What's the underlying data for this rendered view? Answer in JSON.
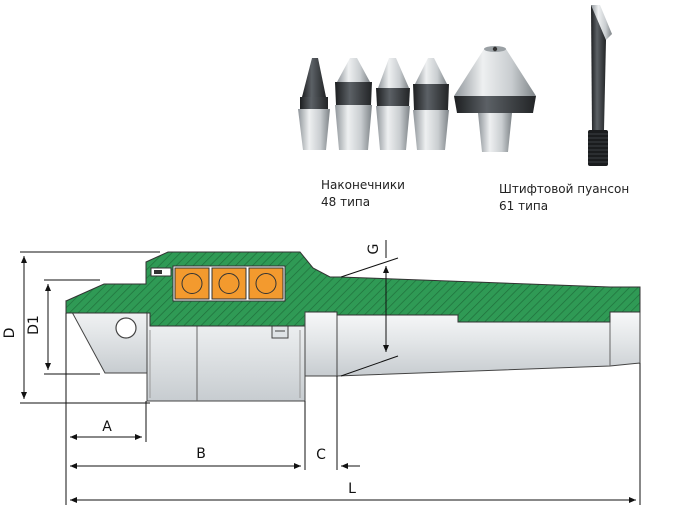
{
  "captions": {
    "tips": {
      "line1": "Наконечники",
      "line2": "48 типа"
    },
    "pin": {
      "line1": "Штифтовой пуансон",
      "line2": "61 типа"
    }
  },
  "dimensions": {
    "D": "D",
    "D1": "D1",
    "G": "G",
    "A": "A",
    "B": "B",
    "C": "C",
    "L": "L"
  },
  "colors": {
    "section_green": "#2f9a55",
    "hatch_dark": "#1f6f3b",
    "bearing_orange": "#f39a2e",
    "steel_light": "#eceeef",
    "steel_mid": "#b9bec2",
    "outline": "#444444"
  }
}
